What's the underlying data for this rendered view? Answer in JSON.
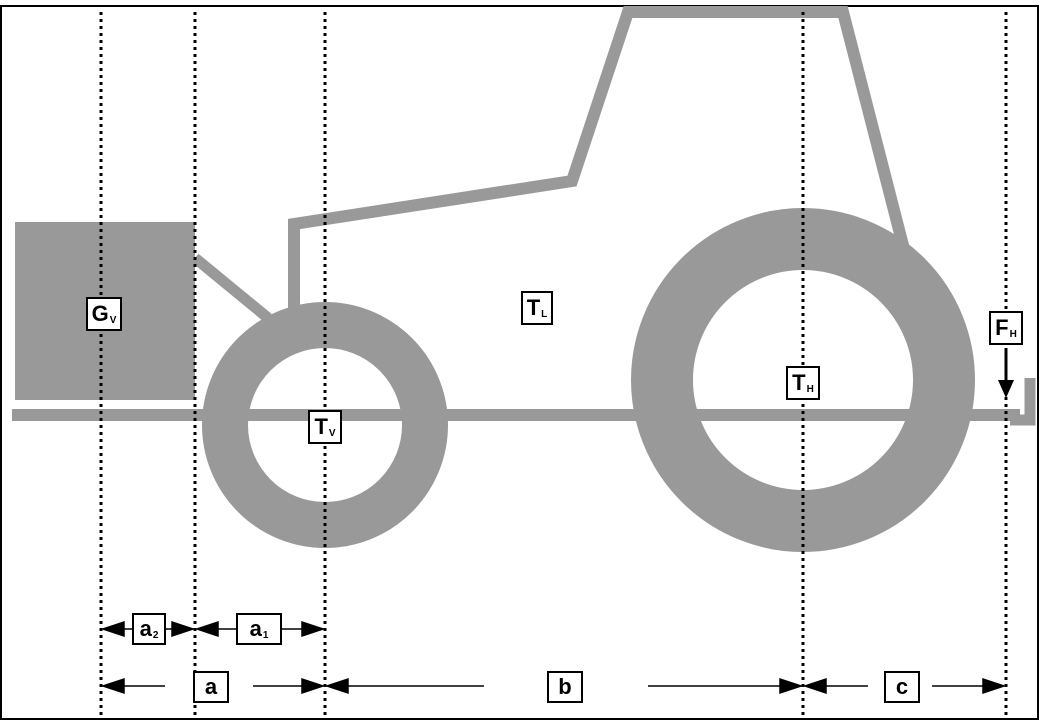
{
  "labels": {
    "gv": {
      "main": "G",
      "sub": "V"
    },
    "tv": {
      "main": "T",
      "sub": "V"
    },
    "tl": {
      "main": "T",
      "sub": "L"
    },
    "th": {
      "main": "T",
      "sub": "H"
    },
    "fh": {
      "main": "F",
      "sub": "H"
    }
  },
  "dimensions": {
    "a2": {
      "main": "a",
      "sub": "2"
    },
    "a1": {
      "main": "a",
      "sub": "1"
    },
    "a": {
      "main": "a"
    },
    "b": {
      "main": "b"
    },
    "c": {
      "main": "c"
    }
  },
  "colors": {
    "body": "#999999",
    "ballast": "#999999",
    "line": "#000000",
    "background": "#ffffff"
  }
}
